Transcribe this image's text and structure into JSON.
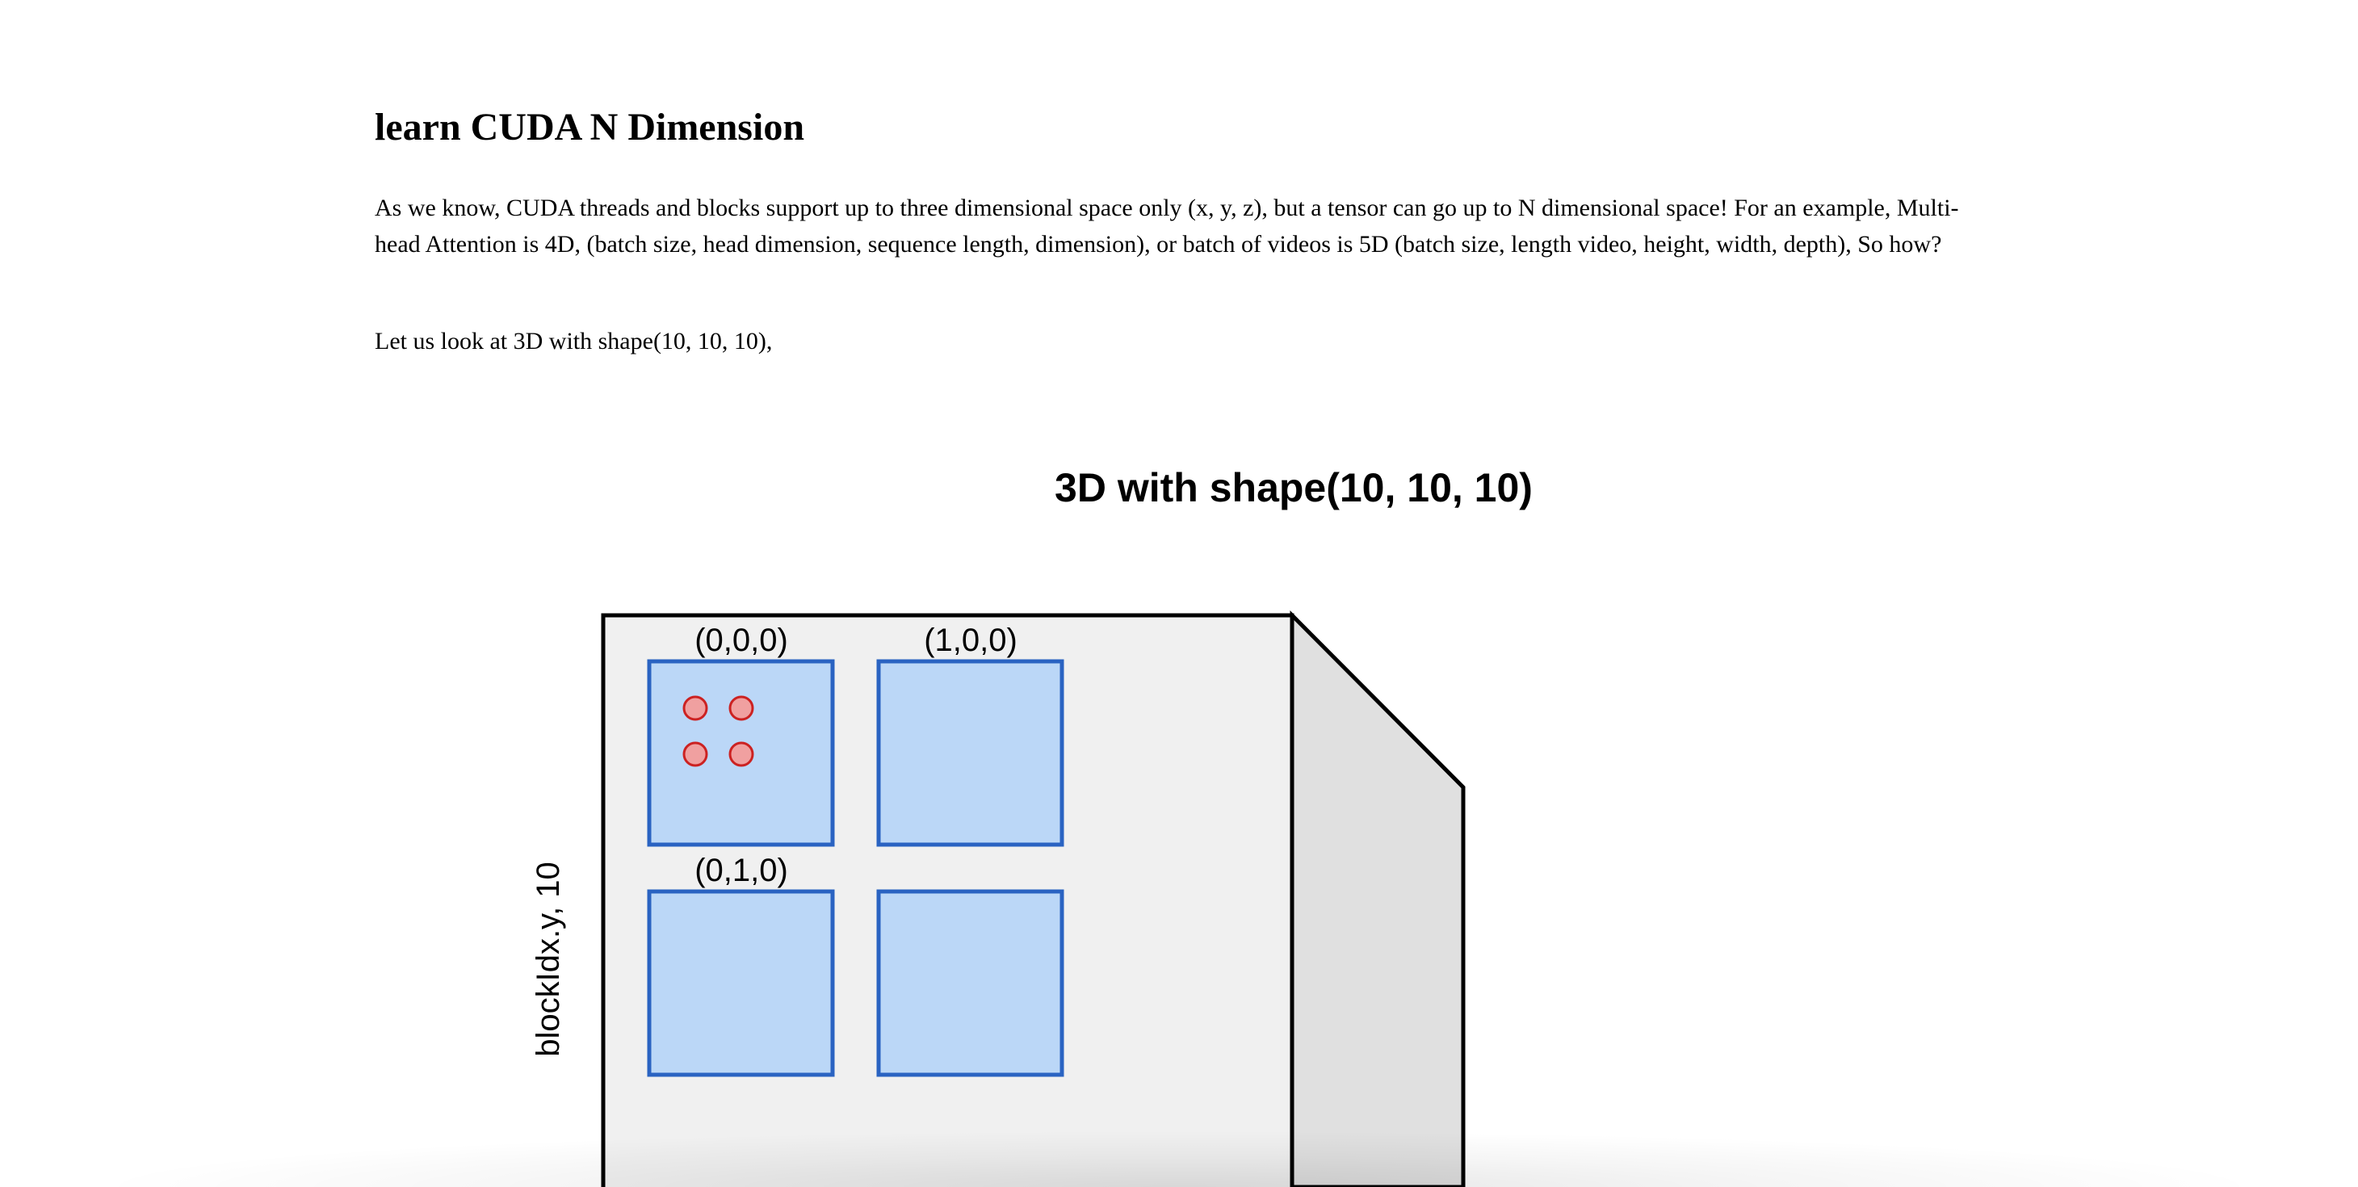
{
  "page": {
    "title": "learn CUDA N Dimension",
    "paragraphs": [
      "As we know, CUDA threads and blocks support up to three dimensional space only (x, y, z), but a tensor can go up to N dimensional space! For an example, Multi-head Attention is 4D, (batch size, head dimension, sequence length, dimension), or batch of videos is 5D (batch size, length video, height, width, depth), So how?",
      "Let us look at 3D with shape(10, 10, 10),"
    ]
  },
  "figure": {
    "title": "3D with shape(10, 10, 10)",
    "y_axis_label": "blockIdx.y, 10",
    "blocks": [
      {
        "label": "(0,0,0)",
        "threads": 4
      },
      {
        "label": "(1,0,0)",
        "threads": 0
      },
      {
        "label": "(0,1,0)",
        "threads": 0
      },
      {
        "label": "",
        "threads": 0
      }
    ],
    "colors": {
      "cube_front": "#f0f0f0",
      "cube_side": "#e0e0e0",
      "block_fill": "#bbd7f7",
      "block_stroke": "#2a63c2",
      "thread_fill": "#f0a0a0",
      "thread_stroke": "#cc2222"
    }
  }
}
